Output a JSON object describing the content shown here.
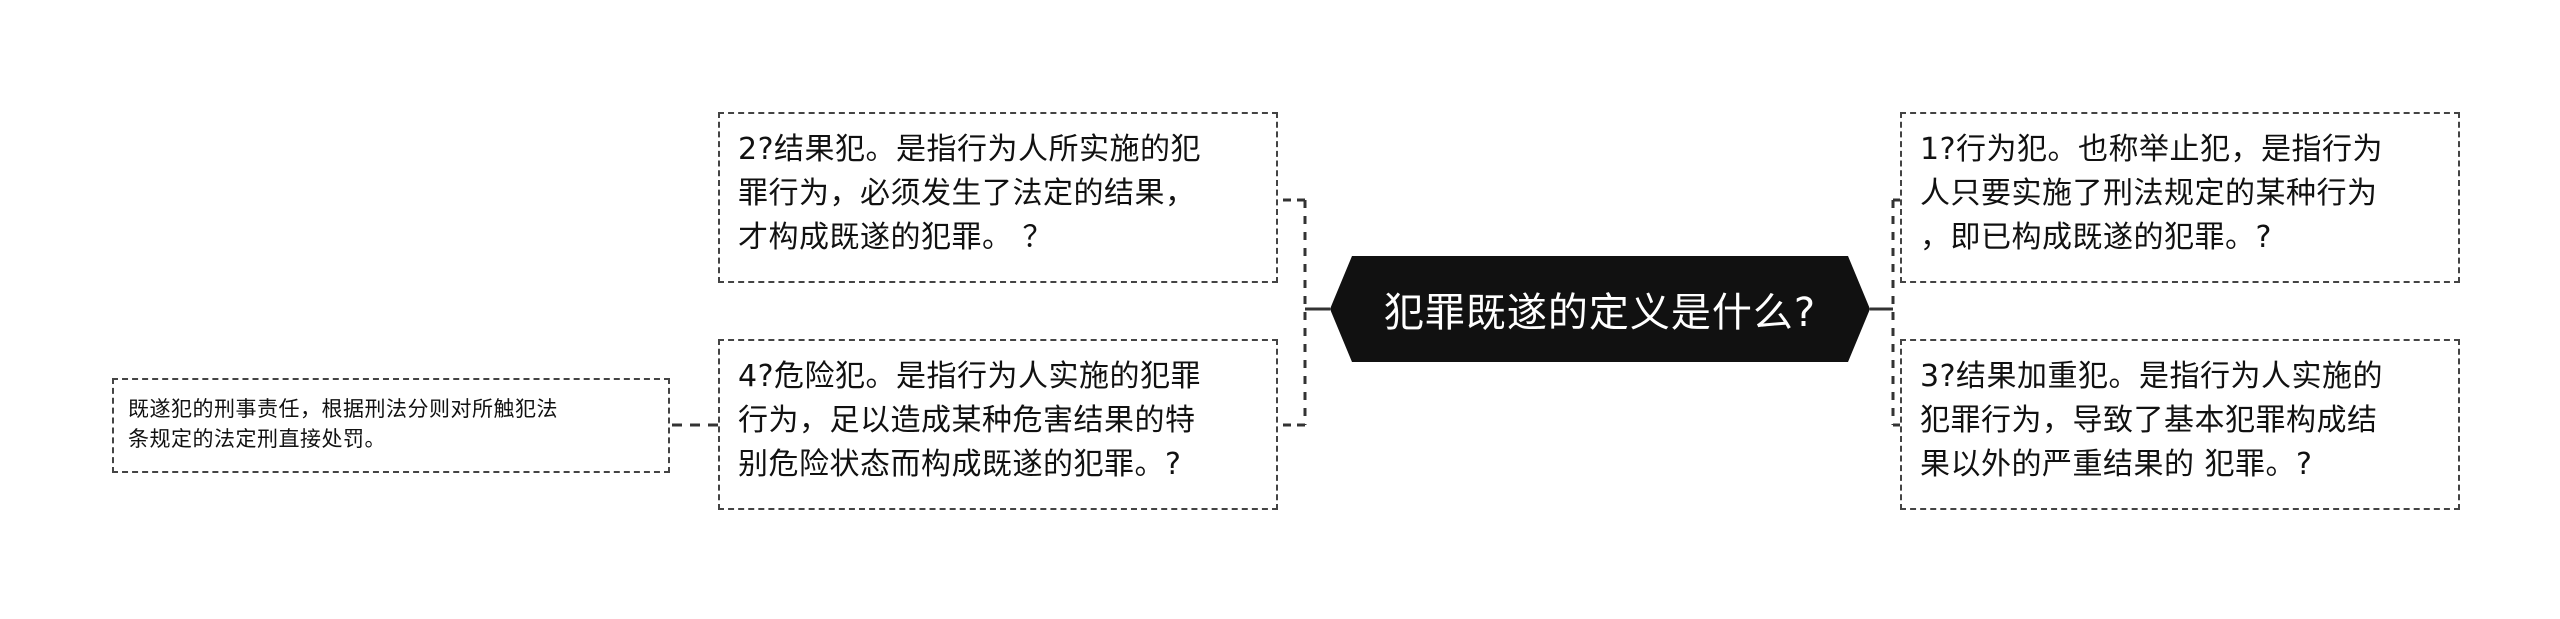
{
  "center": {
    "text": "犯罪既遂的定义是什么?"
  },
  "nodes": {
    "result_crime": {
      "lines": [
        "2?结果犯。是指行为人所实施的犯",
        "罪行为，必须发生了法定的结果，",
        "才构成既遂的犯罪。 ？"
      ]
    },
    "danger_crime": {
      "lines": [
        "4?危险犯。是指行为人实施的犯罪",
        "行为，足以造成某种危害结果的特",
        "别危险状态而构成既遂的犯罪。?"
      ]
    },
    "behavior_crime": {
      "lines": [
        "1?行为犯。也称举止犯，是指行为",
        "人只要实施了刑法规定的某种行为",
        "，即已构成既遂的犯罪。?"
      ]
    },
    "aggravated_crime": {
      "lines": [
        "3?结果加重犯。是指行为人实施的",
        "犯罪行为，导致了基本犯罪构成结",
        "果以外的严重结果的 犯罪。?"
      ]
    },
    "liability": {
      "lines": [
        "既遂犯的刑事责任，根据刑法分则对所触犯法",
        "条规定的法定刑直接处罚。"
      ]
    }
  },
  "colors": {
    "center_fill": "#111111",
    "border": "#444444",
    "text": "#111111"
  }
}
